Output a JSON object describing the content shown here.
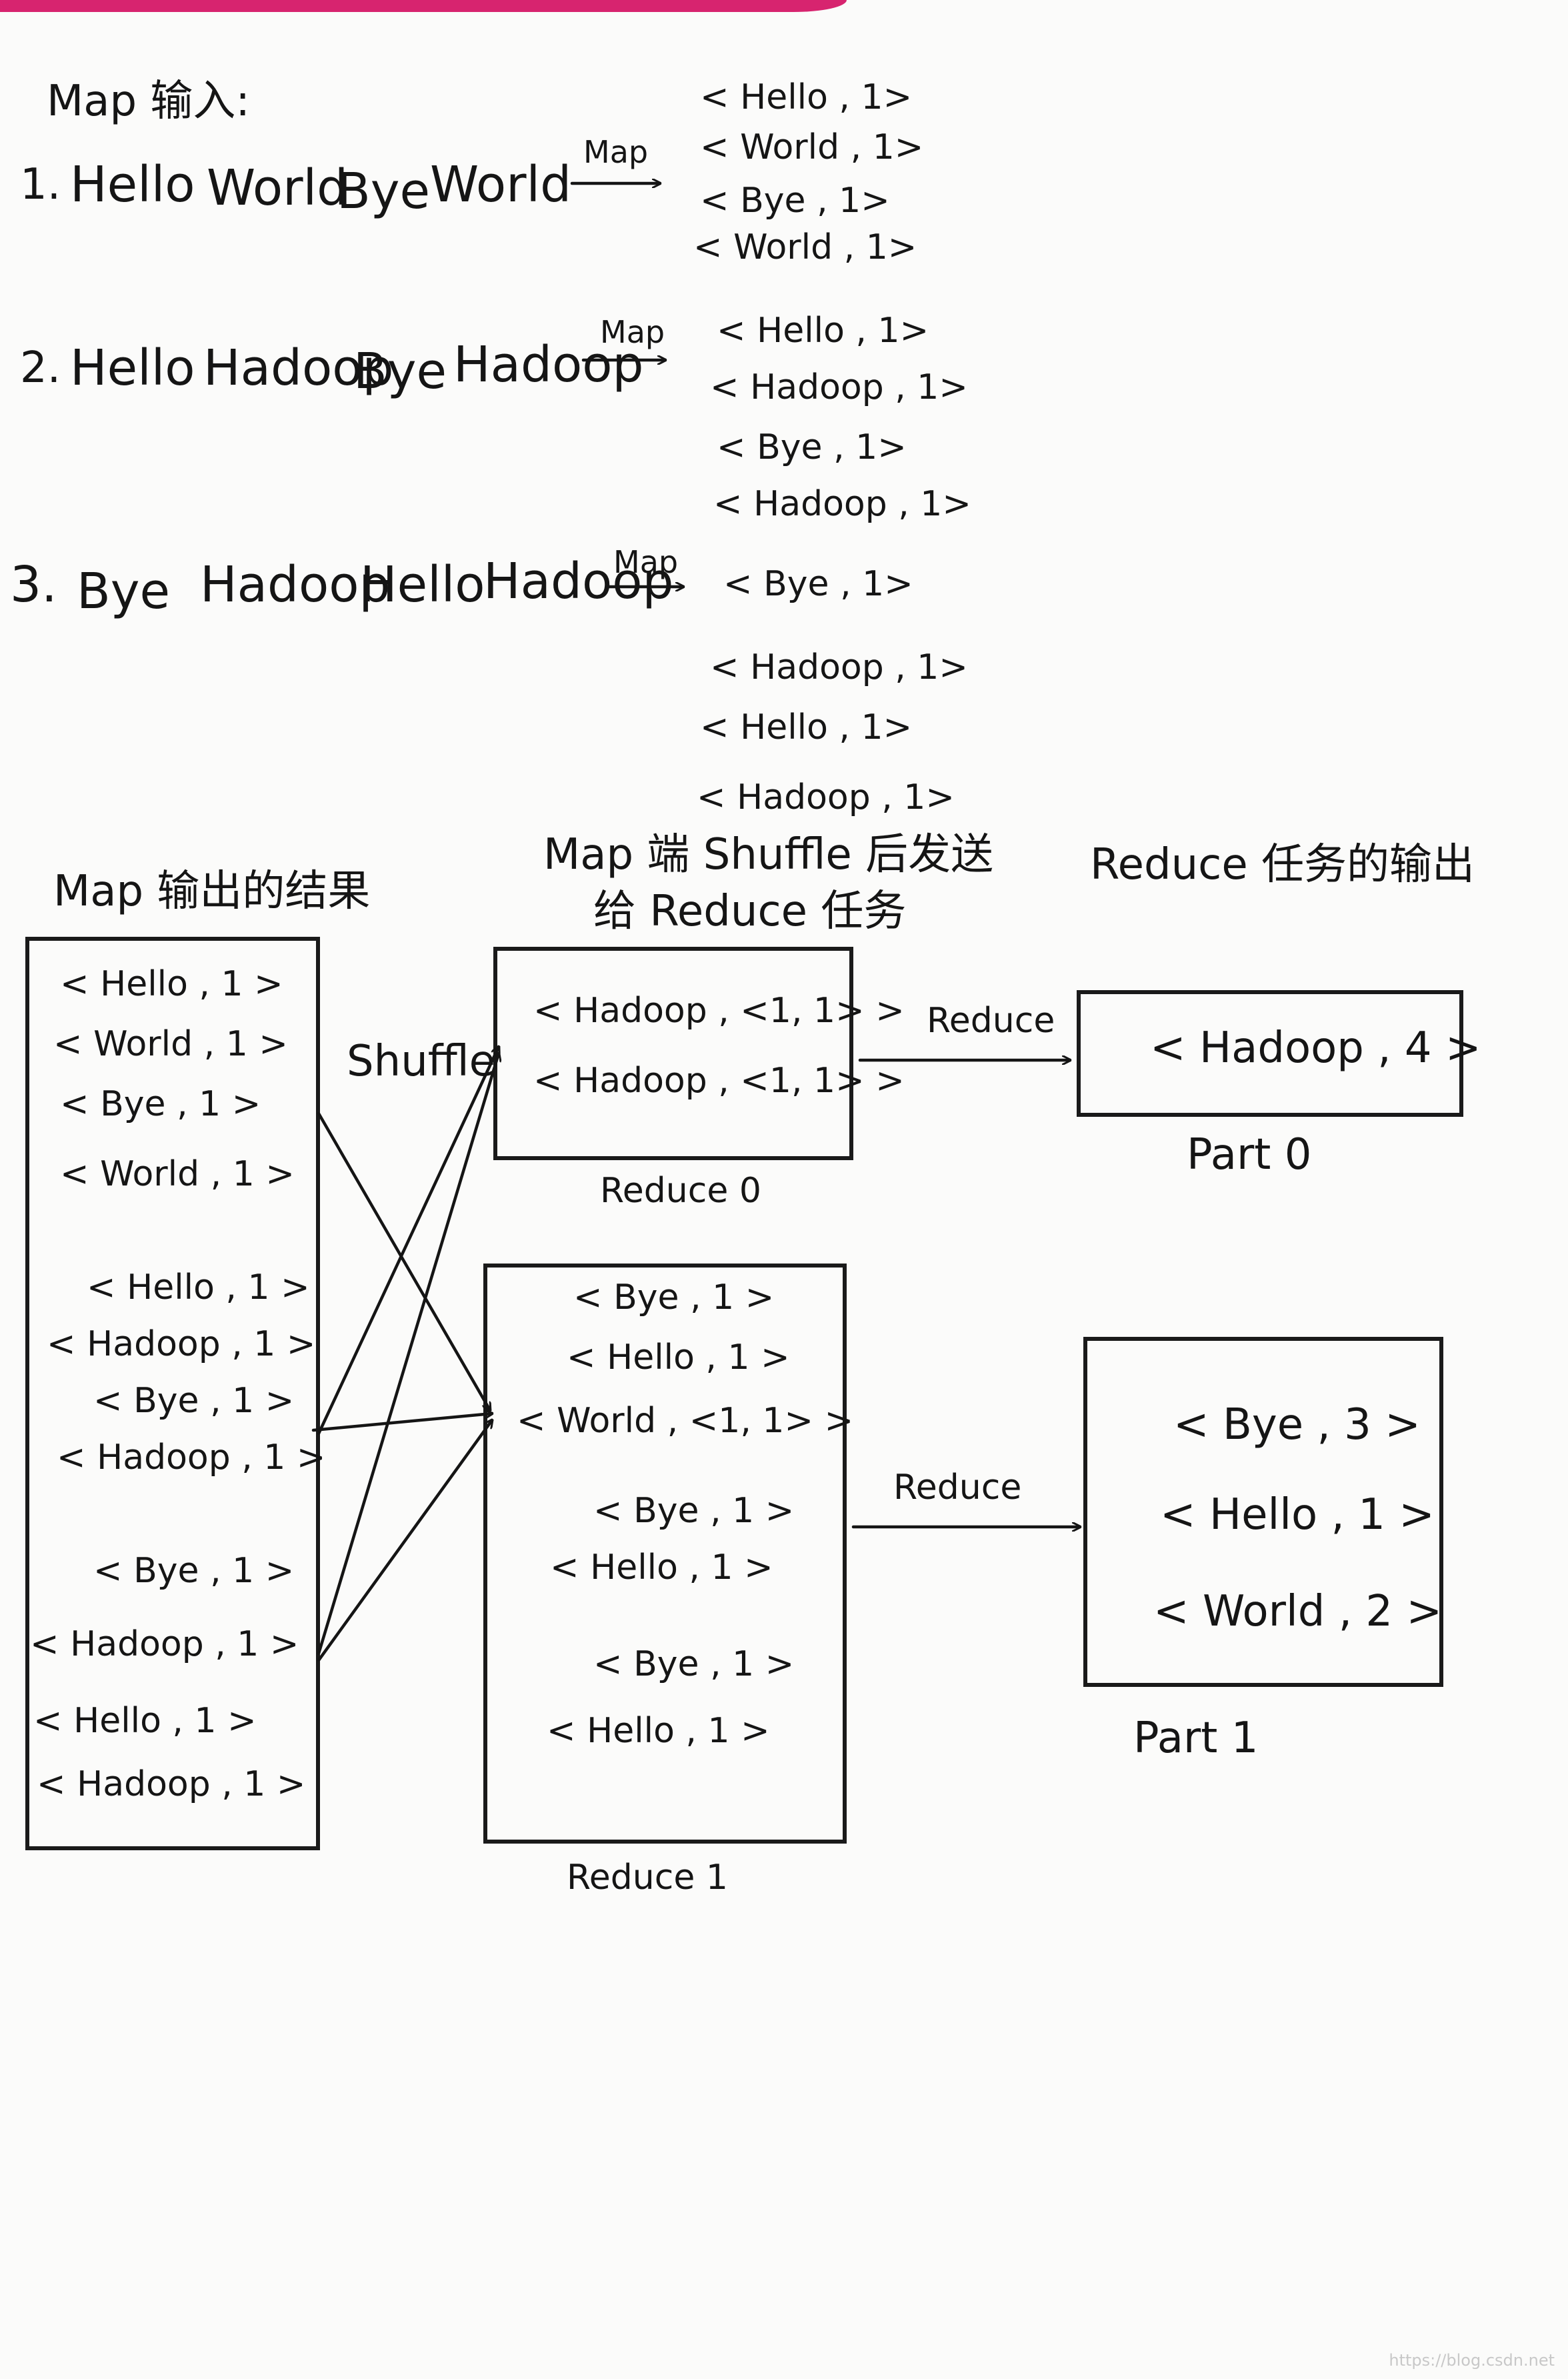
{
  "map_input": {
    "title": "Map 输入:",
    "lines": [
      {
        "num": "1.",
        "words": [
          "Hello",
          "World",
          "Bye",
          "World"
        ],
        "arrow_label": "Map",
        "outputs": [
          "< Hello , 1>",
          "< World , 1>",
          "< Bye , 1>",
          "< World , 1>"
        ]
      },
      {
        "num": "2.",
        "words": [
          "Hello",
          "Hadoop",
          "Bye",
          "Hadoop"
        ],
        "arrow_label": "Map",
        "outputs": [
          "< Hello , 1>",
          "< Hadoop , 1>",
          "< Bye , 1>",
          "< Hadoop , 1>"
        ]
      },
      {
        "num": "3.",
        "words": [
          "Bye",
          "Hadoop",
          "Hello",
          "Hadoop"
        ],
        "arrow_label": "Map",
        "outputs": [
          "< Bye , 1>",
          "< Hadoop , 1>",
          "< Hello , 1>",
          "< Hadoop , 1>"
        ]
      }
    ]
  },
  "map_output": {
    "title": "Map 输出的结果",
    "groups": [
      [
        "< Hello , 1 >",
        "< World , 1 >",
        "< Bye , 1 >",
        "< World , 1 >"
      ],
      [
        "< Hello , 1 >",
        "< Hadoop , 1 >",
        "< Bye , 1 >",
        "< Hadoop , 1 >"
      ],
      [
        "< Bye , 1 >",
        "< Hadoop , 1 >",
        "< Hello , 1 >",
        "< Hadoop , 1 >"
      ]
    ]
  },
  "shuffle": {
    "title_line1": "Map 端 Shuffle 后发送",
    "title_line2": "给 Reduce 任务",
    "arrow_label": "Shuffle",
    "reduce0": {
      "label": "Reduce 0",
      "items": [
        "< Hadoop , <1, 1> >",
        "< Hadoop , <1, 1> >"
      ]
    },
    "reduce1": {
      "label": "Reduce 1",
      "items": [
        "< Bye , 1 >",
        "< Hello , 1 >",
        "< World , <1, 1> >",
        "< Bye , 1 >",
        "< Hello , 1 >",
        "< Bye , 1 >",
        "< Hello , 1 >"
      ]
    }
  },
  "reduce_output": {
    "title": "Reduce 任务的输出",
    "arrow_label_0": "Reduce",
    "arrow_label_1": "Reduce",
    "part0": {
      "label": "Part 0",
      "items": [
        "< Hadoop , 4 >"
      ]
    },
    "part1": {
      "label": "Part 1",
      "items": [
        "< Bye , 3 >",
        "< Hello , 1 >",
        "< World , 2 >"
      ]
    }
  }
}
